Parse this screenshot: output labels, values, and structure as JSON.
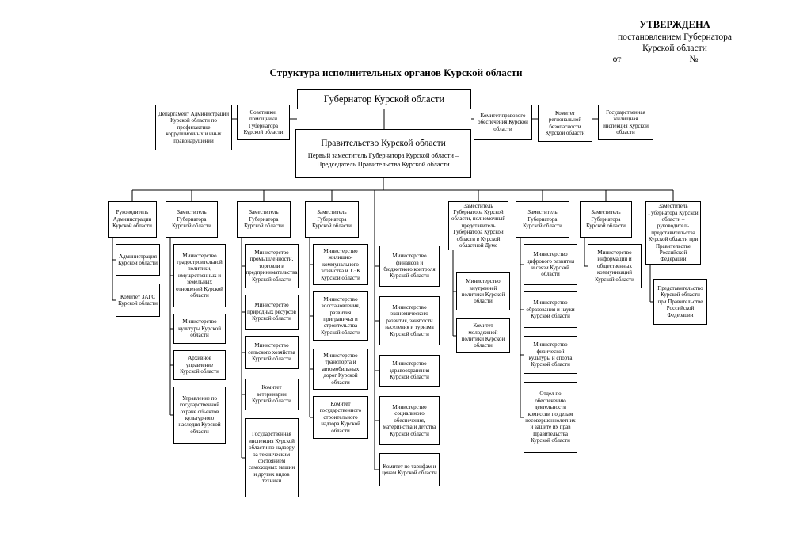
{
  "approval": {
    "line1": "УТВЕРЖДЕНА",
    "line2": "постановлением Губернатора",
    "line3": "Курской области",
    "line4": "от ______________ № ________"
  },
  "title": "Структура исполнительных органов Курской области",
  "governor": "Губернатор Курской области",
  "government": {
    "title": "Правительство Курской области",
    "subtitle": "Первый заместитель Губернатора Курской области – Председатель Правительства Курской области"
  },
  "governor_offices_left": [
    "Департамент Администрации Курской области по профилактике коррупционных и иных правонарушений",
    "Советники, помощники Губернатора Курской области"
  ],
  "governor_offices_right": [
    "Комитет правового обеспечения Курской области",
    "Комитет региональной безопасности Курской области",
    "Государственная жилищная инспекция Курской области"
  ],
  "deputies": [
    "Руководитель Администрации Курской области",
    "Заместитель Губернатора Курской области",
    "Заместитель Губернатора Курской области",
    "Заместитель Губернатора Курской области",
    "Заместитель Губернатора Курской области, полномочный представитель Губернатора Курской области в Курской областной Думе",
    "Заместитель Губернатора Курской области",
    "Заместитель Губернатора Курской области",
    "Заместитель Губернатора Курской области – руководитель представительства Курской области при Правительстве Российской Федерации"
  ],
  "government_agencies": [
    "Министерство финансов и бюджетного контроля Курской области",
    "Министерство экономического развития, занятости населения и туризма Курской области",
    "Министерство здравоохранения Курской области",
    "Министерство социального обеспечения, материнства и детства Курской области",
    "Комитет по тарифам и ценам Курской области"
  ],
  "deputy_agencies": [
    [
      "Администрация Курской области",
      "Комитет ЗАГС Курской области"
    ],
    [
      "Министерство градостроительной политики, имущественных и земельных отношений Курской области",
      "Министерство культуры Курской области",
      "Архивное управление Курской области",
      "Управление по государственной охране объектов культурного наследия Курской области"
    ],
    [
      "Министерство промышленности, торговли и предпринимательства Курской области",
      "Министерство природных ресурсов Курской области",
      "Министерство сельского хозяйства Курской области",
      "Комитет ветеринарии Курской области",
      "Государственная инспекция Курской области по надзору за техническим состоянием самоходных машин и других видов техники"
    ],
    [
      "Министерство жилищно-коммунального хозяйства и ТЭК Курской области",
      "Министерство восстановления, развития приграничья и строительства Курской области",
      "Министерство транспорта и автомобильных дорог Курской области",
      "Комитет государственного строительного надзора Курской области"
    ],
    [
      "Министерство внутренней политики Курской области",
      "Комитет молодежной политики Курской области"
    ],
    [
      "Министерство цифрового развития и связи Курской области",
      "Министерство образования и науки Курской области",
      "Министерство физической культуры и спорта Курской области",
      "Отдел по обеспечению деятельности комиссии по делам несовершеннолетних и защите их прав Правительства Курской области"
    ],
    [
      "Министерство информации и общественных коммуникаций Курской области"
    ],
    [
      "Представительство Курской области при Правительстве Российской Федерации"
    ]
  ]
}
